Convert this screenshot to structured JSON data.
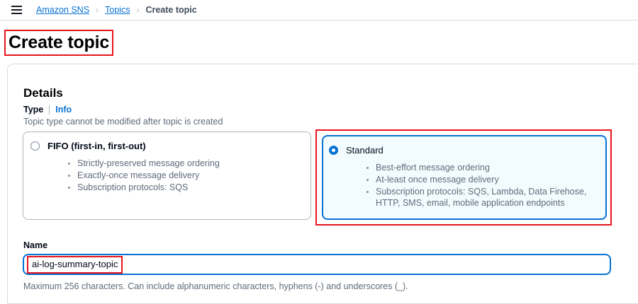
{
  "topbar": {
    "menu_icon": "hamburger-menu-icon",
    "breadcrumb": [
      {
        "label": "Amazon SNS",
        "type": "link"
      },
      {
        "label": "Topics",
        "type": "link"
      },
      {
        "label": "Create topic",
        "type": "current"
      }
    ],
    "separator": "›"
  },
  "page": {
    "title": "Create topic"
  },
  "details": {
    "heading": "Details",
    "type": {
      "label": "Type",
      "info_link": "Info",
      "description": "Topic type cannot be modified after topic is created",
      "options": [
        {
          "id": "fifo",
          "title": "FIFO (first-in, first-out)",
          "selected": false,
          "bullets": [
            "Strictly-preserved message ordering",
            "Exactly-once message delivery",
            "Subscription protocols: SQS"
          ]
        },
        {
          "id": "standard",
          "title": "Standard",
          "selected": true,
          "bullets": [
            "Best-effort message ordering",
            "At-least once message delivery",
            "Subscription protocols: SQS, Lambda, Data Firehose, HTTP, SMS, email, mobile application endpoints"
          ]
        }
      ]
    },
    "name": {
      "label": "Name",
      "value": "ai-log-summary-topic",
      "placeholder": "",
      "help": "Maximum 256 characters. Can include alphanumeric characters, hyphens (-) and underscores (_)."
    }
  },
  "colors": {
    "link_blue": "#0972d3",
    "highlight_red": "#e8141a",
    "selected_card_bg": "#f2fcff",
    "muted_text": "#5f6b7a",
    "border_grey": "#d5dbdb"
  }
}
